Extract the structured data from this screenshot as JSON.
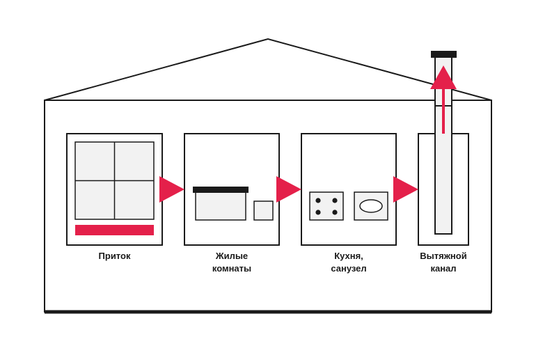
{
  "colors": {
    "accent": "#e4204a",
    "stroke": "#1a1a1a",
    "panel": "#f2f2f2",
    "background": "#ffffff"
  },
  "stages": [
    {
      "id": "inflow",
      "lines": [
        "Приток"
      ]
    },
    {
      "id": "living-rooms",
      "lines": [
        "Жилые",
        "комнаты"
      ]
    },
    {
      "id": "kitchen-bathroom",
      "lines": [
        "Кухня,",
        "санузел"
      ]
    },
    {
      "id": "exhaust-duct",
      "lines": [
        "Вытяжной",
        "канал"
      ]
    }
  ],
  "flow_direction": "left-to-right, then up through the exhaust duct"
}
